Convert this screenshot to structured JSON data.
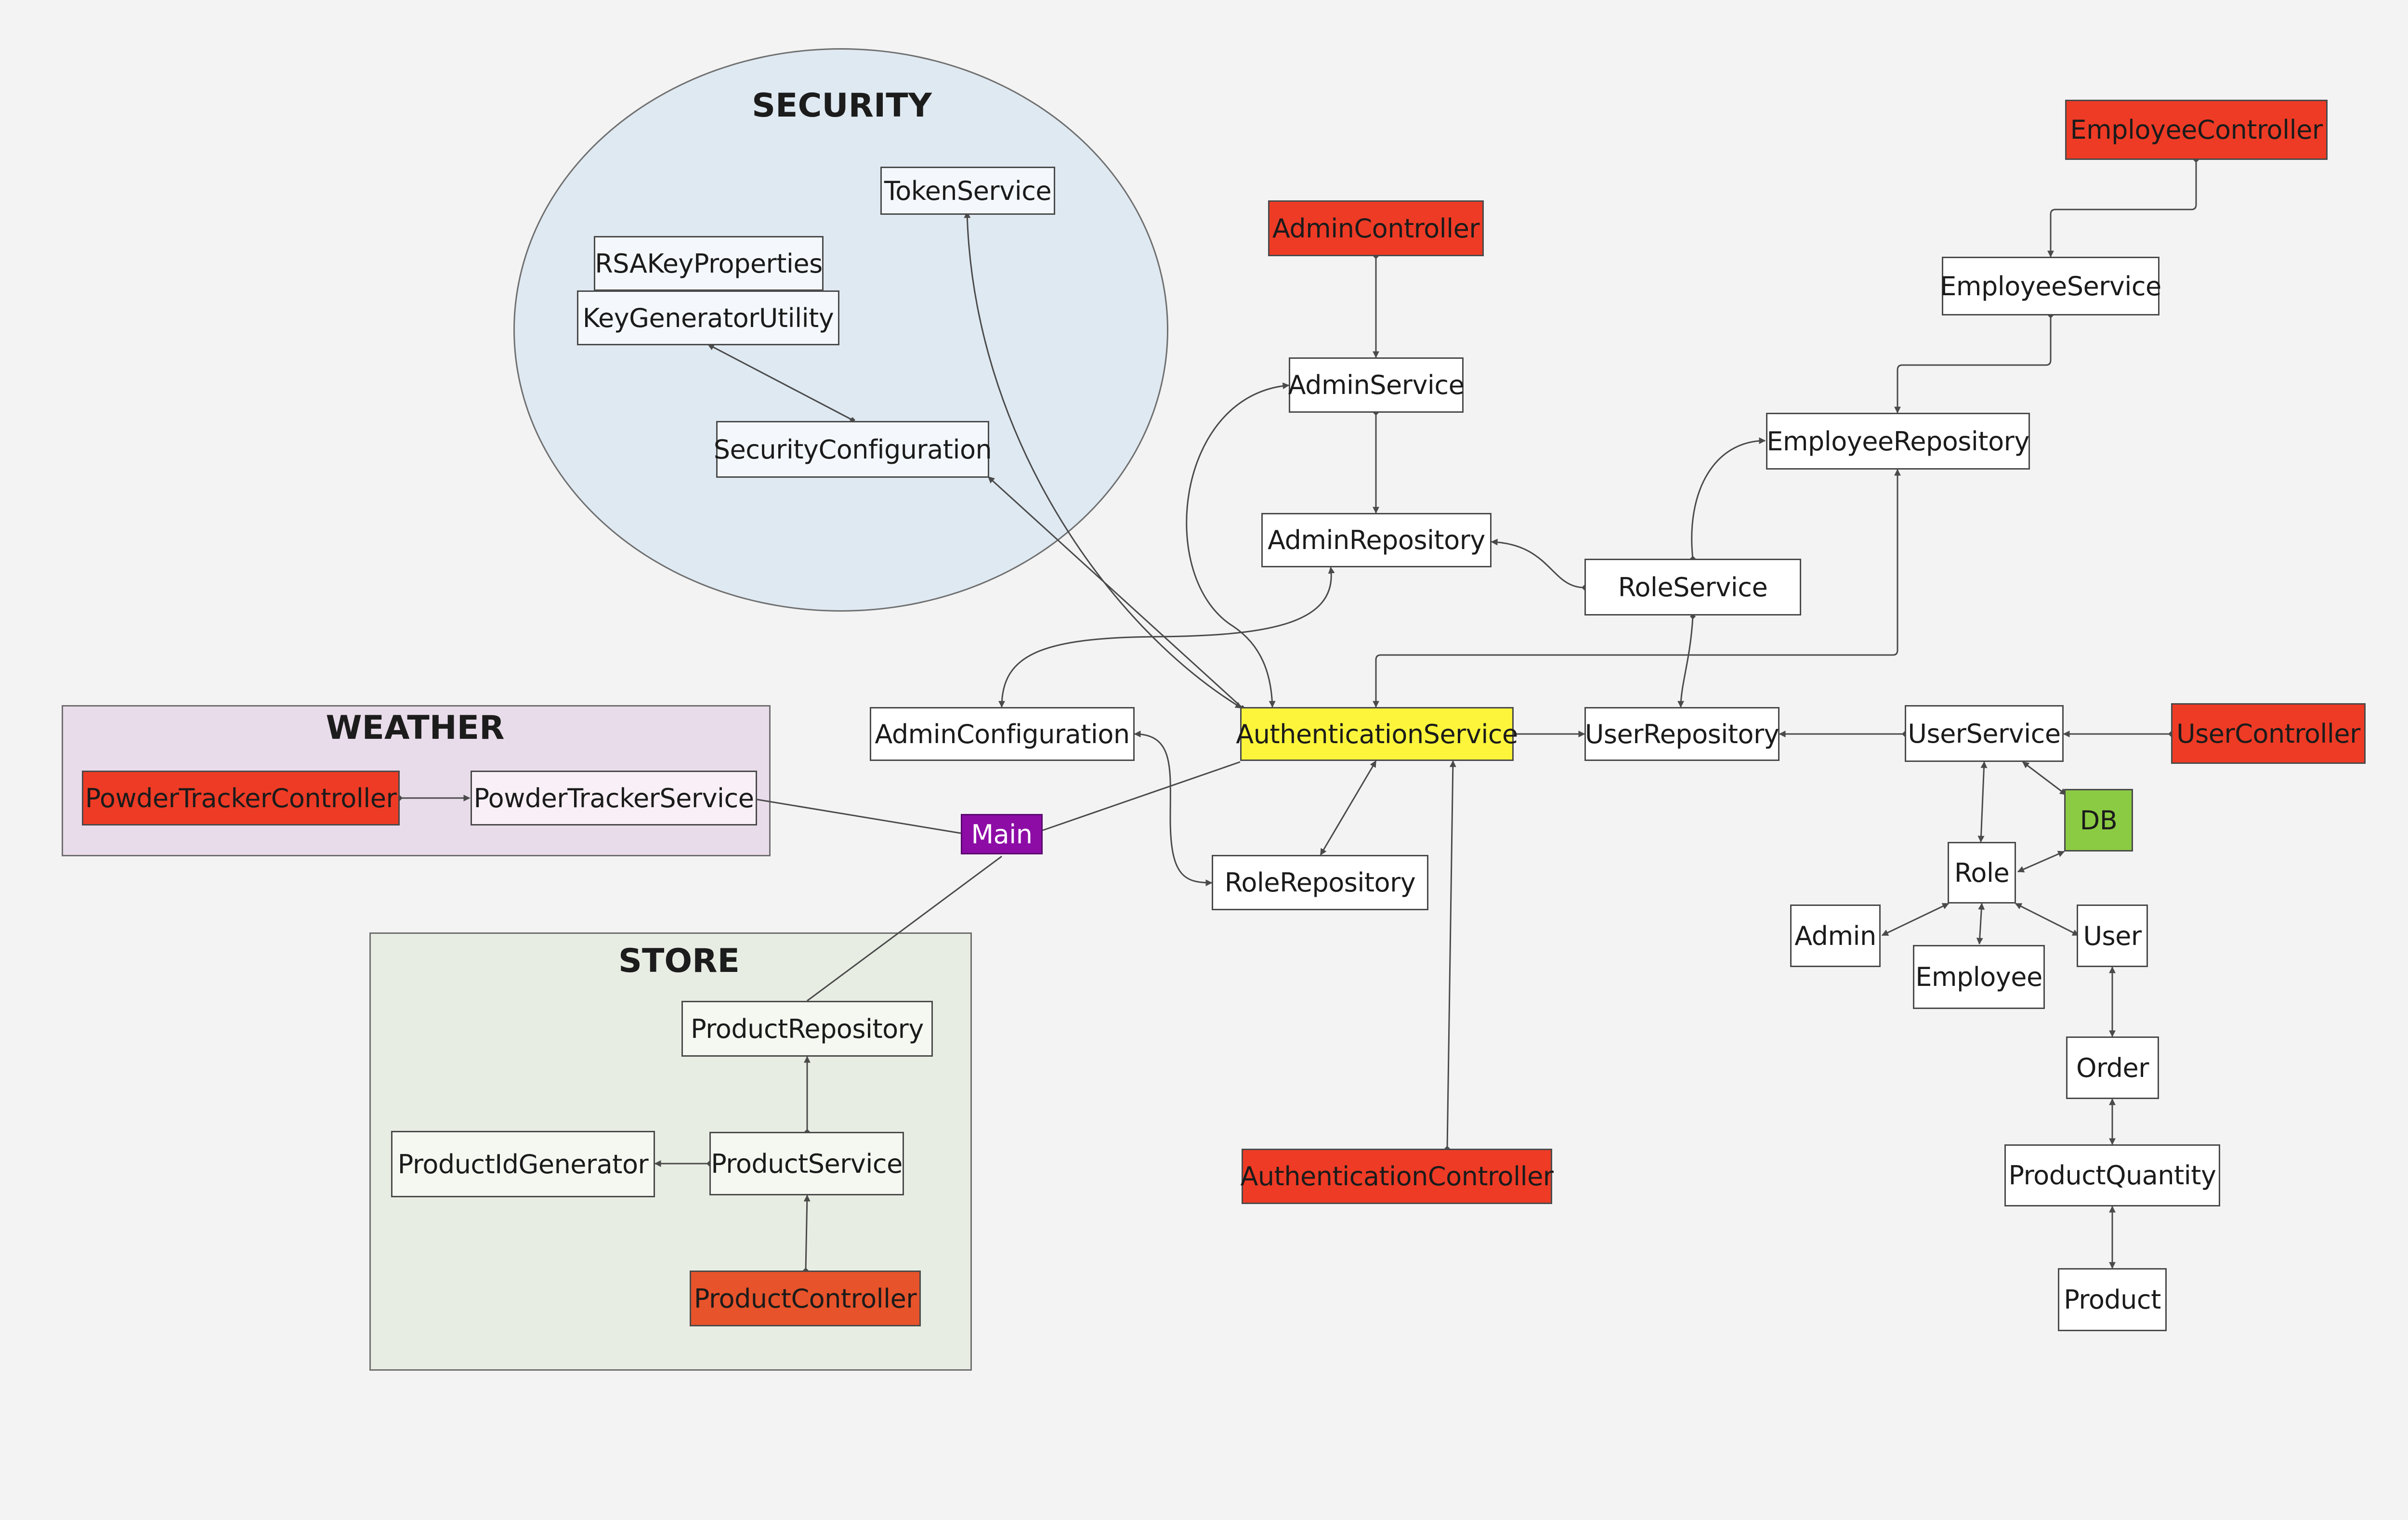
{
  "colors": {
    "background": "#f3f3f3",
    "controller": "#ee3b25",
    "product_controller": "#e7532a",
    "authentication_service": "#fcf53b",
    "db": "#8bcb43",
    "main": "#8d0ca6",
    "security_group": "#dfe9f2",
    "weather_group": "#e9dcea",
    "store_group": "#e8ede3",
    "edge": "#4a4a4a"
  },
  "groups": {
    "security": {
      "title": "SECURITY"
    },
    "weather": {
      "title": "WEATHER"
    },
    "store": {
      "title": "STORE"
    }
  },
  "nodes": {
    "token_service": "TokenService",
    "rsa_key_properties": "RSAKeyProperties",
    "key_generator_utility": "KeyGeneratorUtility",
    "security_configuration": "SecurityConfiguration",
    "powder_tracker_controller": "PowderTrackerController",
    "powder_tracker_service": "PowderTrackerService",
    "main": "Main",
    "product_repository": "ProductRepository",
    "product_id_generator": "ProductIdGenerator",
    "product_service": "ProductService",
    "product_controller": "ProductController",
    "admin_controller": "AdminController",
    "admin_service": "AdminService",
    "admin_repository": "AdminRepository",
    "admin_configuration": "AdminConfiguration",
    "authentication_service": "AuthenticationService",
    "role_repository": "RoleRepository",
    "authentication_controller": "AuthenticationController",
    "role_service": "RoleService",
    "user_repository": "UserRepository",
    "employee_controller": "EmployeeController",
    "employee_service": "EmployeeService",
    "employee_repository": "EmployeeRepository",
    "user_service": "UserService",
    "user_controller": "UserController",
    "db": "DB",
    "role": "Role",
    "admin": "Admin",
    "employee": "Employee",
    "user": "User",
    "order": "Order",
    "product_quantity": "ProductQuantity",
    "product": "Product"
  }
}
